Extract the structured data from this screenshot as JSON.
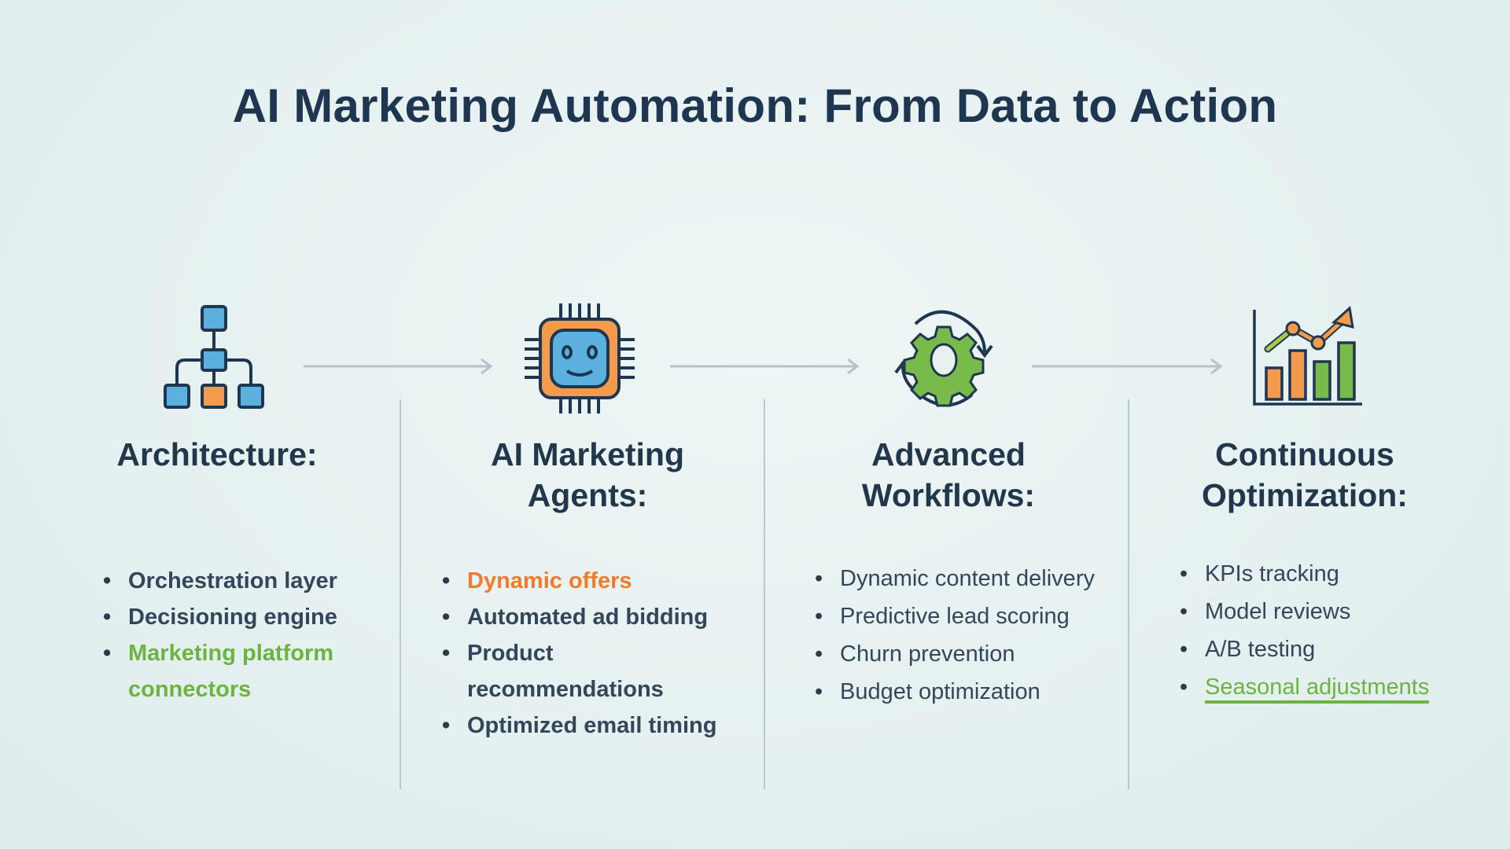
{
  "title": "AI Marketing Automation: From Data to Action",
  "colors": {
    "accent_orange": "#f07b2a",
    "accent_green": "#6cb33f",
    "accent_blue": "#5bb0e0",
    "text_dark": "#22364c"
  },
  "columns": [
    {
      "icon": "hierarchy-icon",
      "heading_line1": "Architecture:",
      "heading_line2": "",
      "items": [
        "Orchestration layer",
        "Decisioning engine",
        "Marketing platform",
        "connectors"
      ]
    },
    {
      "icon": "ai-chip-icon",
      "heading_line1": "AI Marketing",
      "heading_line2": "Agents:",
      "items": [
        "Dynamic offers",
        "Automated ad bidding",
        "Product",
        "recommendations",
        "Optimized email timing"
      ]
    },
    {
      "icon": "gear-cycle-icon",
      "heading_line1": "Advanced",
      "heading_line2": "Workflows:",
      "items": [
        "Dynamic content delivery",
        "Predictive lead scoring",
        "Churn prevention",
        "Budget optimization"
      ]
    },
    {
      "icon": "growth-chart-icon",
      "heading_line1": "Continuous",
      "heading_line2": "Optimization:",
      "items": [
        "KPIs tracking",
        "Model reviews",
        "A/B testing",
        "Seasonal adjustments"
      ]
    }
  ]
}
